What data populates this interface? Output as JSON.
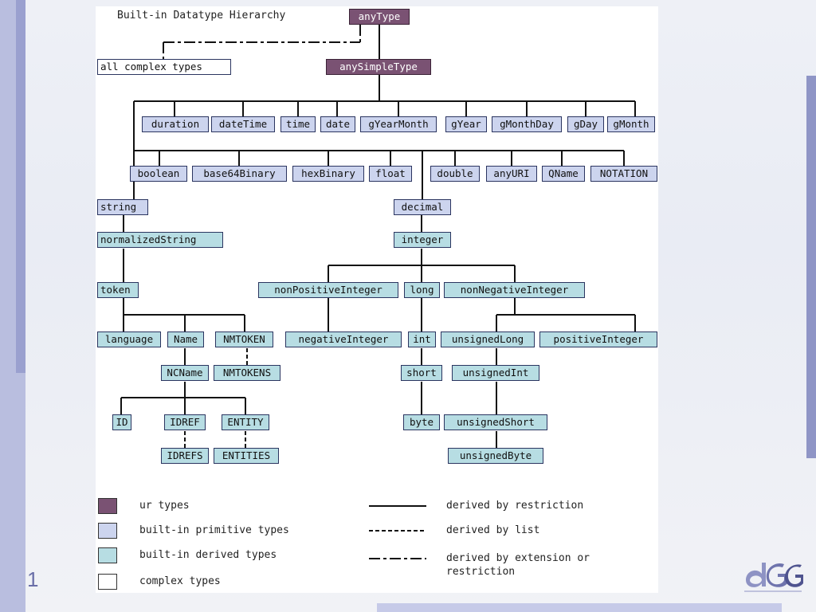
{
  "diagram": {
    "title": "Built-in Datatype Hierarchy",
    "ur_types": {
      "any_type": "anyType",
      "any_simple_type": "anySimpleType"
    },
    "complex_types": "all complex types",
    "primitive_row1": [
      "duration",
      "dateTime",
      "time",
      "date",
      "gYearMonth",
      "gYear",
      "gMonthDay",
      "gDay",
      "gMonth"
    ],
    "primitive_row2": [
      "boolean",
      "base64Binary",
      "hexBinary",
      "float",
      "double",
      "anyURI",
      "QName",
      "NOTATION"
    ],
    "string_branch": {
      "string": "string",
      "normalizedString": "normalizedString",
      "token": "token",
      "language": "language",
      "Name": "Name",
      "NMTOKEN": "NMTOKEN",
      "NCName": "NCName",
      "NMTOKENS": "NMTOKENS",
      "ID": "ID",
      "IDREF": "IDREF",
      "ENTITY": "ENTITY",
      "IDREFS": "IDREFS",
      "ENTITIES": "ENTITIES"
    },
    "decimal_branch": {
      "decimal": "decimal",
      "integer": "integer",
      "nonPositiveInteger": "nonPositiveInteger",
      "long": "long",
      "nonNegativeInteger": "nonNegativeInteger",
      "negativeInteger": "negativeInteger",
      "int": "int",
      "unsignedLong": "unsignedLong",
      "positiveInteger": "positiveInteger",
      "short": "short",
      "unsignedInt": "unsignedInt",
      "byte": "byte",
      "unsignedShort": "unsignedShort",
      "unsignedByte": "unsignedByte"
    },
    "legend": {
      "ur": "ur types",
      "primitive": "built-in primitive types",
      "derived": "built-in derived types",
      "complex": "complex types",
      "restriction": "derived by restriction",
      "list": "derived by list",
      "extension_line1": "derived by extension or",
      "extension_line2": "restriction"
    }
  },
  "slide": {
    "number": "1"
  },
  "colors": {
    "ur": "#7a5273",
    "primitive": "#ccd4ee",
    "derived": "#b7dde3",
    "complex": "#ffffff"
  }
}
